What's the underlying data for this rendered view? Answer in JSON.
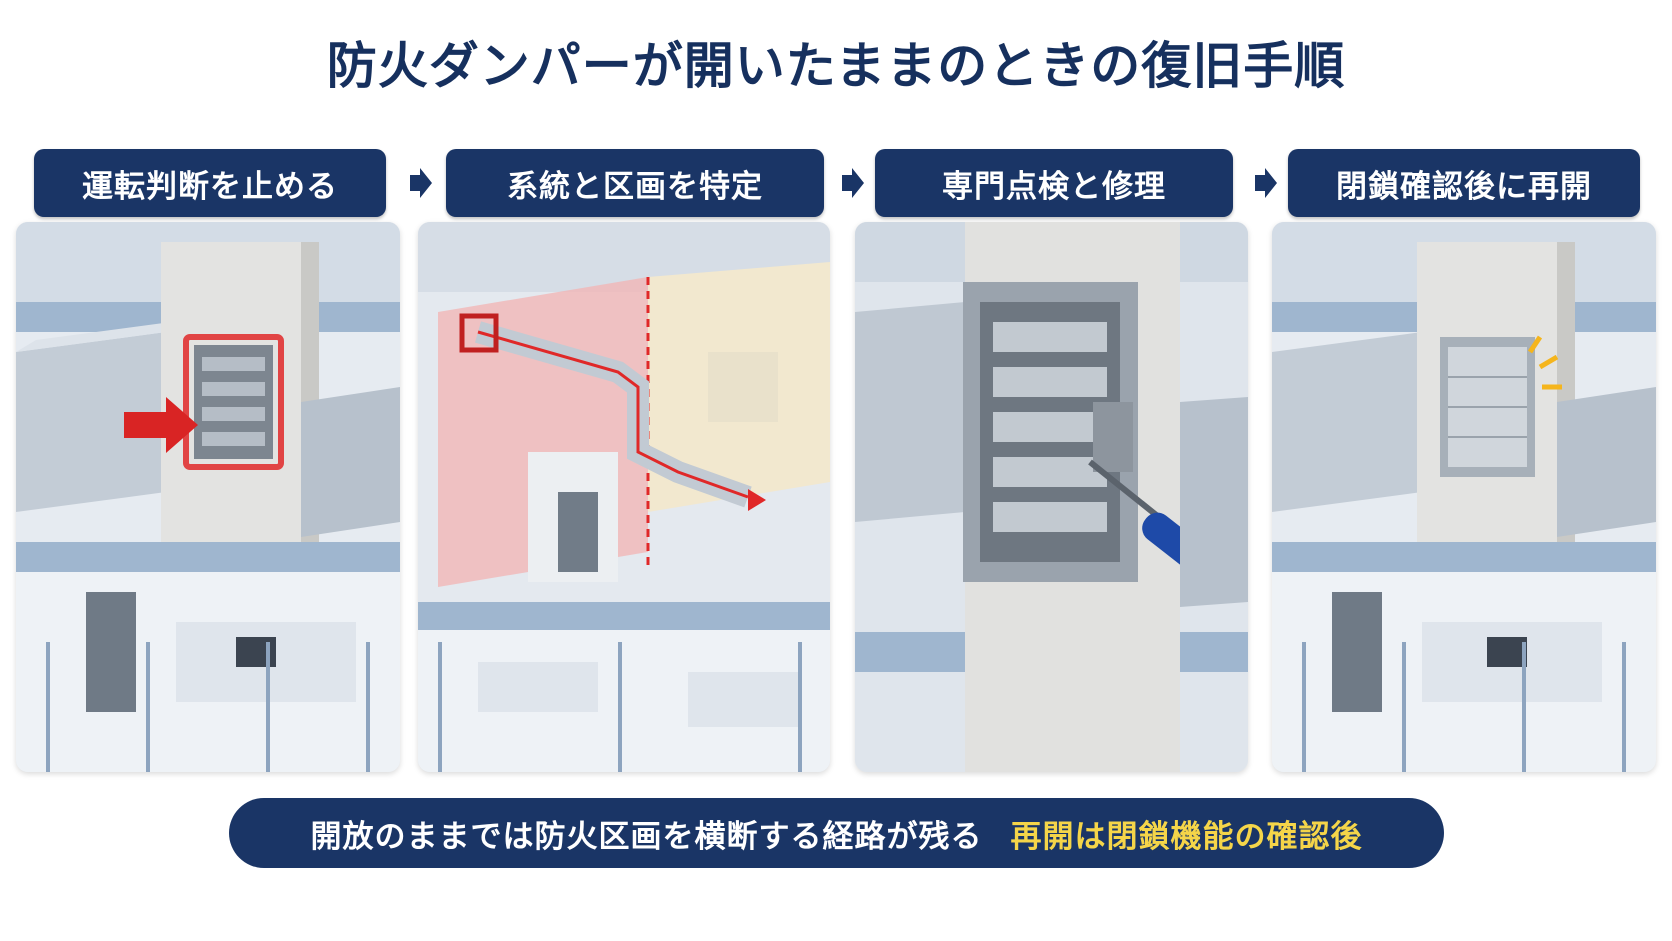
{
  "title": "防火ダンパーが開いたままのときの復旧手順",
  "steps": [
    {
      "label": "運転判断を止める"
    },
    {
      "label": "系統と区画を特定"
    },
    {
      "label": "専門点検と修理"
    },
    {
      "label": "閉鎖確認後に再開"
    }
  ],
  "banner": {
    "main_text": "開放のままでは防火区画を横断する経路が残る",
    "accent_text": "再開は閉鎖機能の確認後"
  },
  "colors": {
    "navy": "#1a3566",
    "accent_yellow": "#f5d549",
    "highlight_red": "#e02828"
  },
  "icons": {
    "arrow": "right-arrow-icon",
    "tool": "screwdriver-icon"
  }
}
